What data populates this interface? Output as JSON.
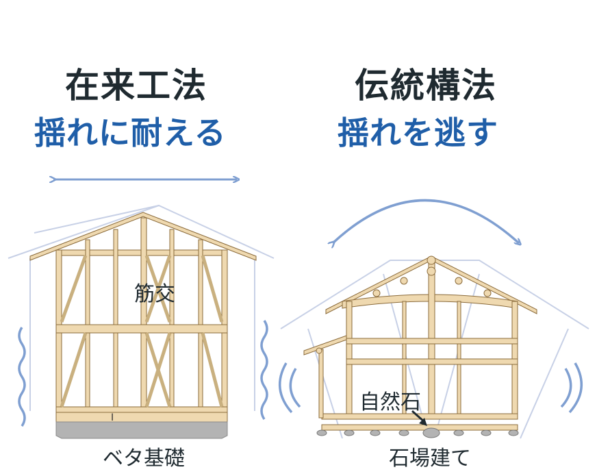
{
  "left": {
    "title": "在来工法",
    "subtitle": "揺れに耐える",
    "brace_label": "筋交",
    "foundation_label": "ベタ基礎"
  },
  "right": {
    "title": "伝統構法",
    "subtitle": "揺れを逃す",
    "stone_label": "自然石",
    "method_label": "石場建て"
  },
  "colors": {
    "title": "#1f2a30",
    "subtitle": "#1f5ea8",
    "wood": "#efd9b0",
    "wood_edge": "#8a6a3a",
    "arrow": "#7f9fd1",
    "ghost": "#c7d0e6",
    "foundation": "#b3b3b3"
  },
  "icons": [
    "horizontal-double-arrow-icon",
    "curved-double-arrow-icon",
    "wave-lines-icon",
    "sway-arc-icon"
  ]
}
